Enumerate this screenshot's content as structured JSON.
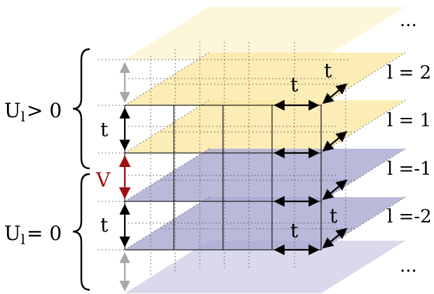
{
  "labels": {
    "u_upper_main": "U",
    "u_upper_sub": "l",
    "u_upper_rel": "> 0",
    "u_lower_main": "U",
    "u_lower_sub": "l",
    "u_lower_rel": "= 0",
    "t_upper_vertical": "t",
    "t_lower_vertical": "t",
    "v_interlayer": "V",
    "t_inplane_upper": "t",
    "t_diagonal_upper": "t",
    "t_inplane_lower": "t",
    "t_diagonal_lower": "t"
  },
  "layers": [
    {
      "label": "...",
      "shade": "yellow"
    },
    {
      "label": "l = 2",
      "shade": "yellow"
    },
    {
      "label": "l = 1",
      "shade": "yellow"
    },
    {
      "label": "l =-1",
      "shade": "blue"
    },
    {
      "label": "l =-2",
      "shade": "blue"
    },
    {
      "label": "...",
      "shade": "blue"
    }
  ],
  "colors": {
    "yellow_fill": "#fbe9a8",
    "blue_fill": "#aaaad2",
    "arrow_black": "#000000",
    "arrow_red": "#a01010",
    "arrow_gray": "#a8a8a8"
  }
}
